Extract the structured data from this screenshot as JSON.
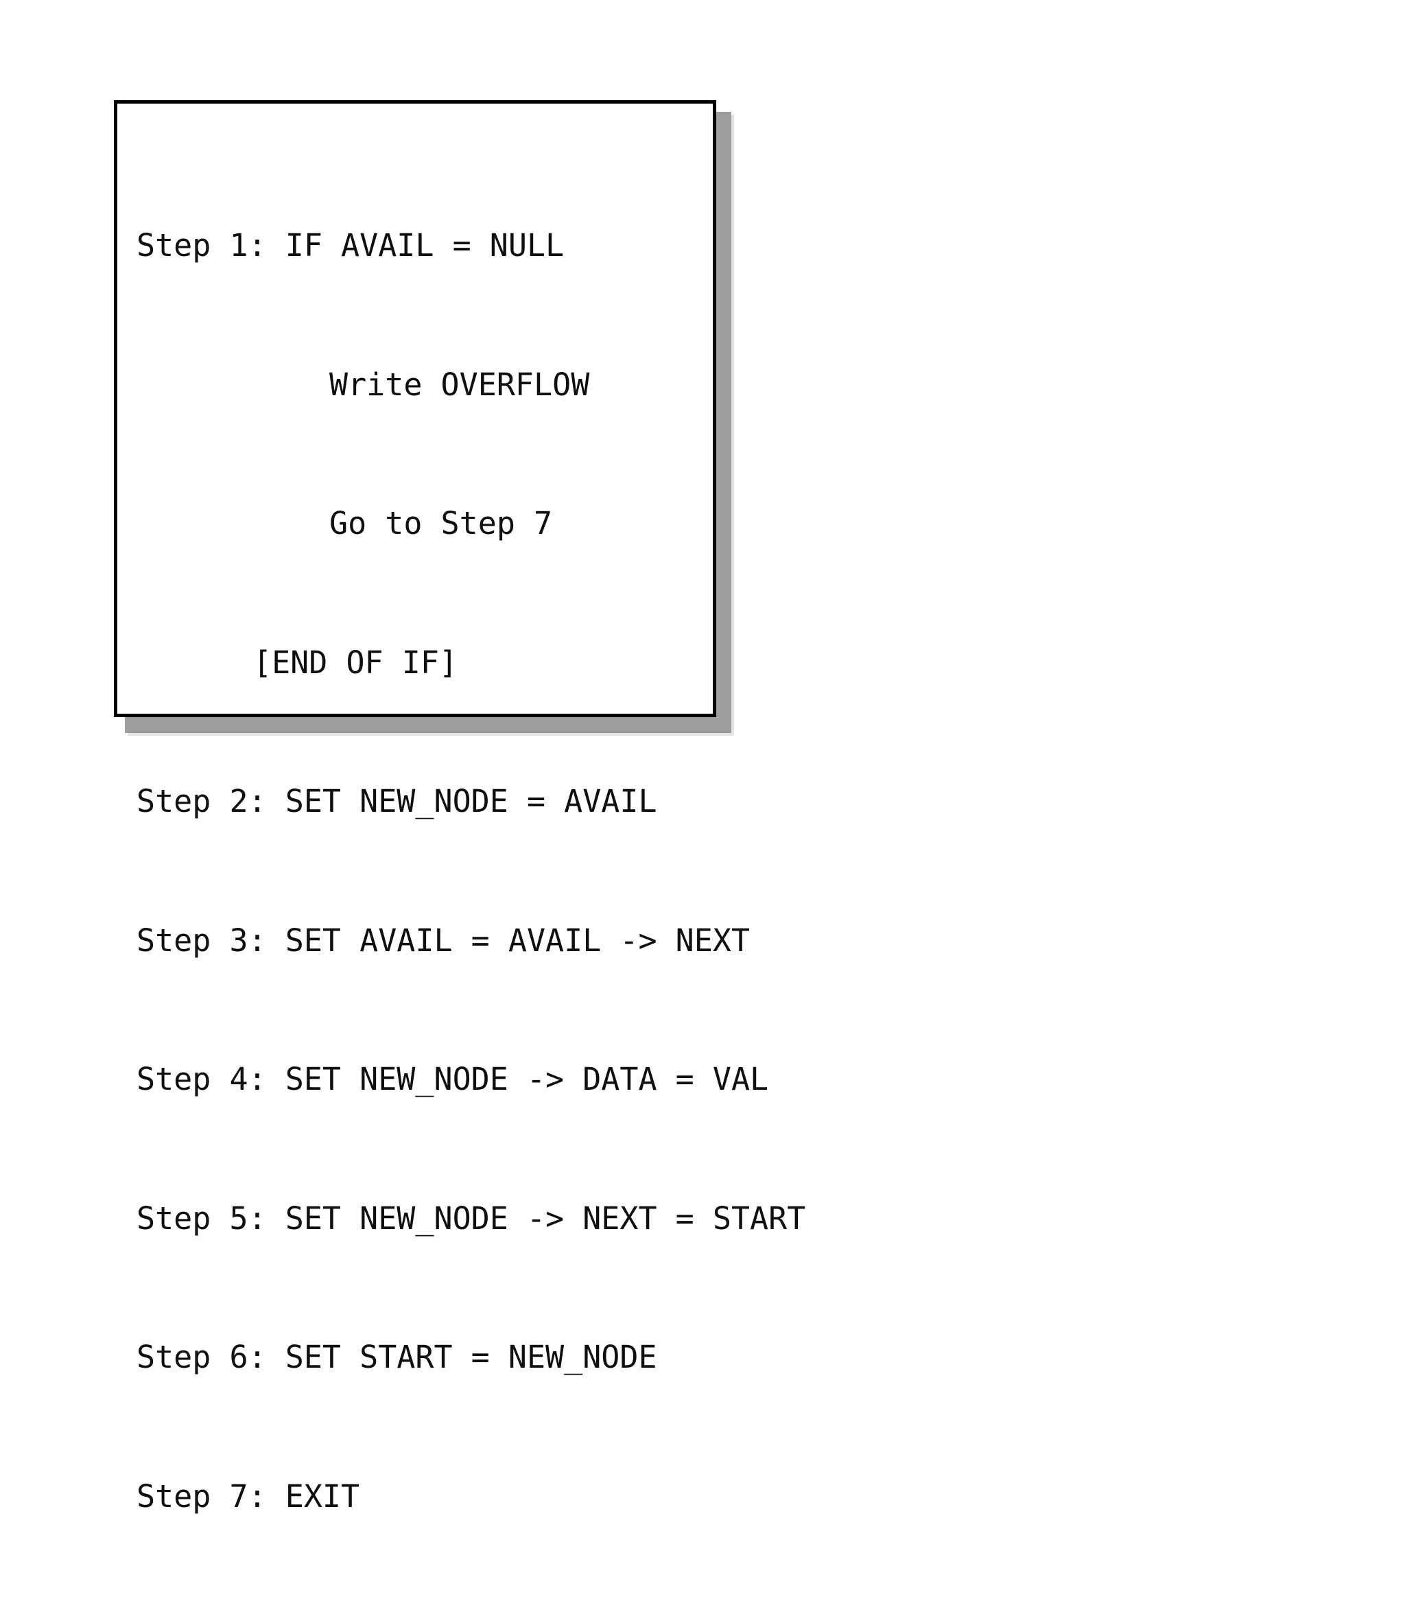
{
  "figure": {
    "kind": "pseudocode-box",
    "title_text": "",
    "box_border_color": "#000000",
    "box_fill_color": "#ffffff",
    "shadow_color": "#9d9d9d",
    "text_color": "#0f0f0f",
    "page_background": "#ffffff"
  },
  "algorithm": {
    "lines": [
      {
        "indent": 0,
        "text": "Step 1: IF AVAIL = NULL"
      },
      {
        "indent": 1,
        "text": "Write OVERFLOW"
      },
      {
        "indent": 1,
        "text": "Go to Step 7"
      },
      {
        "indent": 2,
        "text": "[END OF IF]"
      },
      {
        "indent": 0,
        "text": "Step 2: SET NEW_NODE = AVAIL"
      },
      {
        "indent": 0,
        "text": "Step 3: SET AVAIL = AVAIL -> NEXT"
      },
      {
        "indent": 0,
        "text": "Step 4: SET NEW_NODE -> DATA = VAL"
      },
      {
        "indent": 0,
        "text": "Step 5: SET NEW_NODE -> NEXT = START"
      },
      {
        "indent": 0,
        "text": "Step 6: SET START = NEW_NODE"
      },
      {
        "indent": 0,
        "text": "Step 7: EXIT"
      }
    ]
  }
}
